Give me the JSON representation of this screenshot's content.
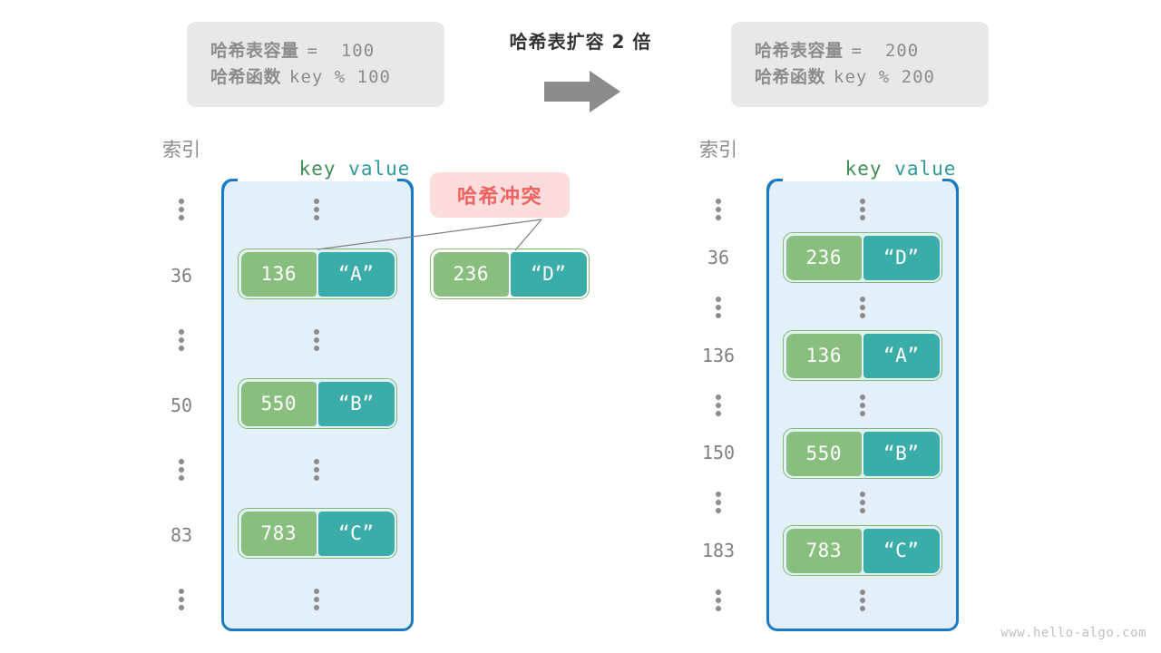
{
  "title": "哈希表扩容 2 倍",
  "arrow_icon": "right-arrow-icon",
  "watermark": "www.hello-algo.com",
  "before": {
    "capacity_label": "哈希表容量",
    "capacity_value": "=  100",
    "function_label": "哈希函数",
    "function_value": "key % 100",
    "header_index": "索引",
    "header_key": "key",
    "header_value": "value",
    "rows": [
      {
        "index": "⋮",
        "type": "dots"
      },
      {
        "index": "36",
        "type": "entry",
        "key": "136",
        "value": "“A”"
      },
      {
        "index": "⋮",
        "type": "dots"
      },
      {
        "index": "50",
        "type": "entry",
        "key": "550",
        "value": "“B”"
      },
      {
        "index": "⋮",
        "type": "dots"
      },
      {
        "index": "83",
        "type": "entry",
        "key": "783",
        "value": "“C”"
      },
      {
        "index": "⋮",
        "type": "dots"
      }
    ],
    "collision_badge": "哈希冲突",
    "colliding_entry": {
      "key": "236",
      "value": "“D”"
    }
  },
  "after": {
    "capacity_label": "哈希表容量",
    "capacity_value": "=  200",
    "function_label": "哈希函数",
    "function_value": "key % 200",
    "header_index": "索引",
    "header_key": "key",
    "header_value": "value",
    "rows": [
      {
        "index": "⋮",
        "type": "dots"
      },
      {
        "index": "36",
        "type": "entry",
        "key": "236",
        "value": "“D”"
      },
      {
        "index": "⋮",
        "type": "dots"
      },
      {
        "index": "136",
        "type": "entry",
        "key": "136",
        "value": "“A”"
      },
      {
        "index": "⋮",
        "type": "dots"
      },
      {
        "index": "150",
        "type": "entry",
        "key": "550",
        "value": "“B”"
      },
      {
        "index": "⋮",
        "type": "dots"
      },
      {
        "index": "183",
        "type": "entry",
        "key": "783",
        "value": "“C”"
      },
      {
        "index": "⋮",
        "type": "dots"
      }
    ]
  },
  "colors": {
    "bucket_fill": "#e3f0fa",
    "bucket_border": "#1a7ac4",
    "key_cell": "#89bf7e",
    "value_cell": "#3aada8",
    "badge_bg": "#fbdddd",
    "badge_text": "#f1615d",
    "info_bg": "#e8e8e8",
    "info_text": "#8c8c8c"
  }
}
